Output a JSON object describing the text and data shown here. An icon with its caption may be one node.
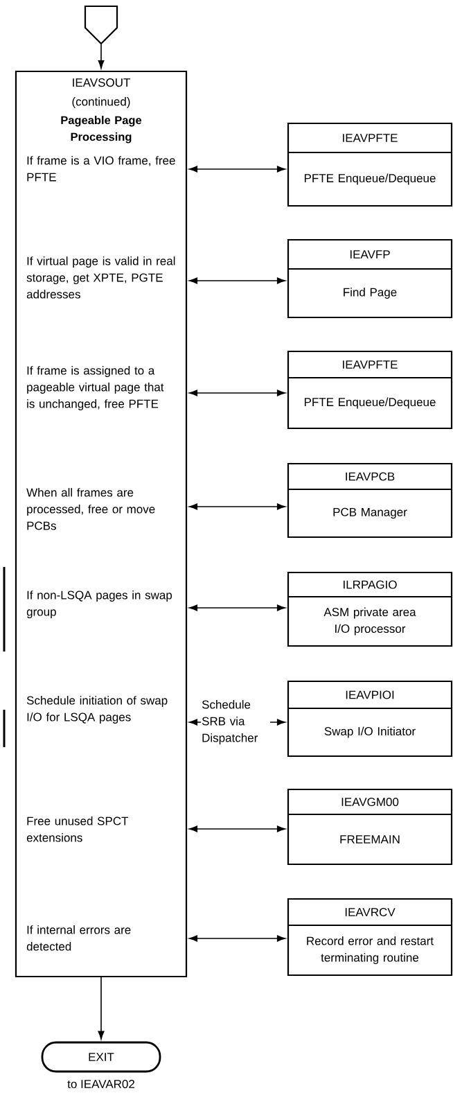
{
  "diagram": {
    "nodes": [
      {
        "text": [],
        "shape": "pentagon"
      },
      {
        "text": [
          "IEAVSOUT",
          "(continued)",
          "Pageable Page Processing",
          "If frame is a VIO frame, free PFTE",
          "If virtual page is valid in real storage, get XPTE, PGTE addresses",
          "If frame is assigned to a pageable virtual page that is unchanged, free PFTE",
          "When all frames are processed, free or move PCBs",
          "If non-LSQA pages in swap group",
          "Schedule initiation of swap I/O for LSQA pages",
          "Free unused SPCT extensions",
          "If internal errors are detected"
        ]
      },
      {
        "text": [
          "IEAVPFTE",
          "PFTE Enqueue/Dequeue"
        ]
      },
      {
        "text": [
          "IEAVFP",
          "Find Page"
        ]
      },
      {
        "text": [
          "IEAVPFTE",
          "PFTE Enqueue/Dequeue"
        ]
      },
      {
        "text": [
          "IEAVPCB",
          "PCB Manager"
        ]
      },
      {
        "text": [
          "ILRPAGIO",
          "ASM private area I/O processor"
        ]
      },
      {
        "text": [
          "IEAVPIOI",
          "Swap I/O Initiator"
        ]
      },
      {
        "text": [
          "IEAVGM00",
          "FREEMAIN"
        ]
      },
      {
        "text": [
          "IEAVRCV",
          "Record error and restart terminating routine"
        ]
      },
      {
        "text": [
          "EXIT"
        ],
        "beside": [
          "to IEAVAR02"
        ]
      }
    ],
    "edges": [
      {
        "from": 0,
        "to": 1,
        "arrow": "to"
      },
      {
        "from": 1,
        "to": 2,
        "arrow": "both"
      },
      {
        "from": 1,
        "to": 3,
        "arrow": "both"
      },
      {
        "from": 1,
        "to": 4,
        "arrow": "both"
      },
      {
        "from": 1,
        "to": 5,
        "arrow": "both"
      },
      {
        "from": 1,
        "to": 6,
        "arrow": "both"
      },
      {
        "from": 1,
        "to": 7,
        "arrow": "both",
        "label": "Schedule SRB via Dispatcher"
      },
      {
        "from": 1,
        "to": 8,
        "arrow": "both"
      },
      {
        "from": 1,
        "to": 9,
        "arrow": "both"
      },
      {
        "from": 1,
        "to": 10,
        "arrow": "to"
      }
    ]
  }
}
